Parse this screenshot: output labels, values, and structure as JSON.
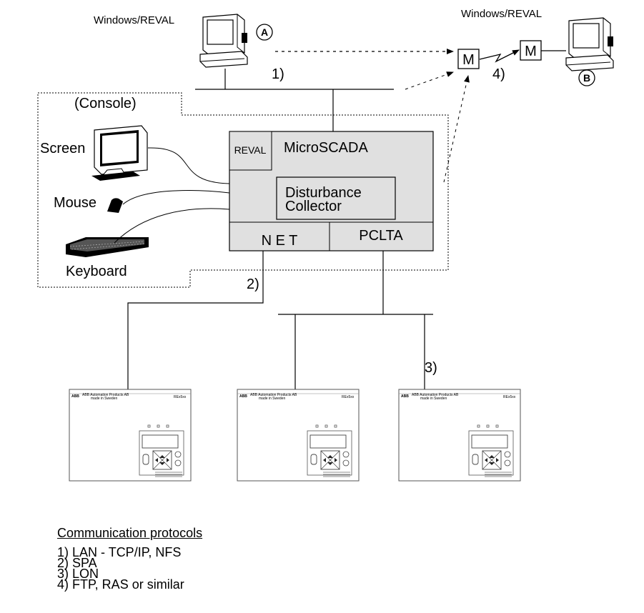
{
  "workstations": {
    "a": {
      "label": "Windows/REVAL",
      "marker": "A"
    },
    "b": {
      "label": "Windows/REVAL",
      "marker": "B"
    }
  },
  "modem": {
    "label": "M"
  },
  "console": {
    "label": "(Console)"
  },
  "peripherals": {
    "screen": "Screen",
    "mouse": "Mouse",
    "keyboard": "Keyboard"
  },
  "microscada": {
    "title": "MicroSCADA",
    "reval": "REVAL",
    "collector": [
      "Disturbance",
      "Collector"
    ],
    "net": "N E T",
    "pclta": "PCLTA"
  },
  "links": {
    "l1": "1)",
    "l2": "2)",
    "l3": "3)",
    "l4": "4)"
  },
  "terminal": {
    "brand": "ABB",
    "vendor": "ABB Automation Products AB",
    "origin": "made in Sweden",
    "model": "REx5xx"
  },
  "protocols": {
    "title": "Communication protocols",
    "items": [
      "1) LAN - TCP/IP, NFS",
      "2) SPA",
      "3) LON",
      "4) FTP, RAS or similar"
    ]
  }
}
